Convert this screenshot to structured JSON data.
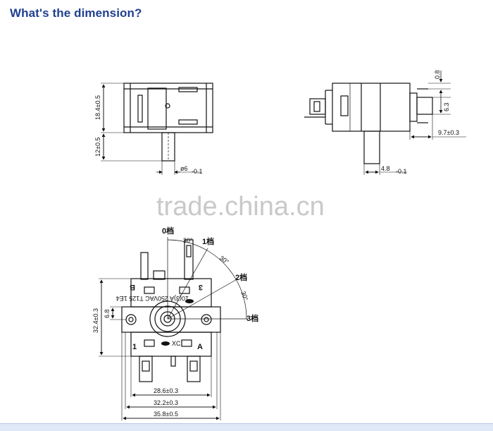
{
  "header": {
    "title": "What's the dimension?"
  },
  "watermark": "trade.china.cn",
  "top_left_view": {
    "height_dim": "18.4±0.5",
    "shaft_len_dim": "12±0.5",
    "shaft_dia_dim": "ø6",
    "shaft_dia_tol": "-0.1"
  },
  "top_right_view": {
    "tab_thickness_dim": "0.8",
    "tab_width_dim": "6.3",
    "tab_length_dim": "9.7±0.3",
    "shaft_flat_dim": "4.8",
    "shaft_flat_tol": "-0.1"
  },
  "front_view": {
    "position_labels": [
      "0档",
      "1档",
      "2档",
      "3档"
    ],
    "angle_labels": [
      "30°",
      "30°",
      "30°"
    ],
    "corner_labels": {
      "top_left": "B",
      "top_right": "3",
      "bottom_left": "1",
      "bottom_right": "A"
    },
    "rating_text": "10(3)A 250VAC T125 1E4",
    "center_mark": "XC",
    "height_dim": "32.4±0.3",
    "hole_offset_dim": "6.8",
    "width_dims": [
      "28.6±0.3",
      "32.2±0.3",
      "35.8±0.5"
    ]
  }
}
